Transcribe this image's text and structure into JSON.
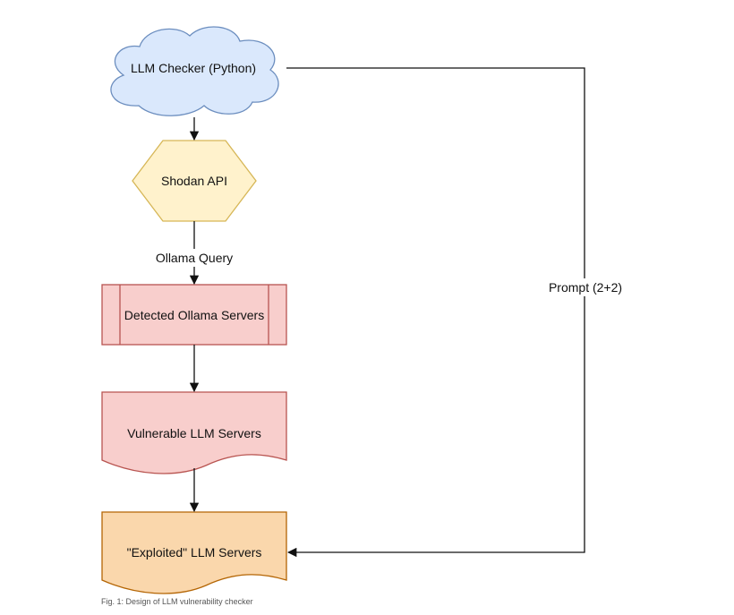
{
  "nodes": {
    "checker": {
      "label": "LLM Checker (Python)",
      "fill": "#dae8fc",
      "stroke": "#6c8ebf"
    },
    "shodan": {
      "label": "Shodan API",
      "fill": "#fff2cc",
      "stroke": "#d6b656"
    },
    "detected": {
      "label": "Detected Ollama Servers",
      "fill": "#f8cecc",
      "stroke": "#b85450"
    },
    "vulnerable": {
      "label": "Vulnerable LLM Servers",
      "fill": "#f8cecc",
      "stroke": "#b85450"
    },
    "exploited": {
      "label": "\"Exploited\" LLM Servers",
      "fill": "#fad7ac",
      "stroke": "#b46504"
    }
  },
  "edges": {
    "query_label": "Ollama Query",
    "prompt_label": "Prompt (2+2)"
  },
  "caption": "Fig. 1: Design of LLM vulnerability checker"
}
